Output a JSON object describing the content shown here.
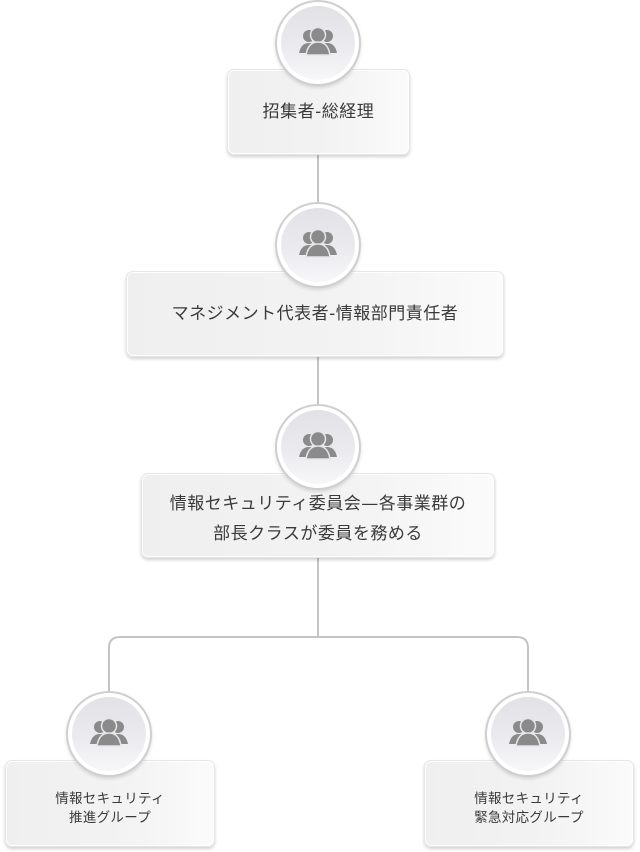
{
  "diagram": {
    "colors": {
      "line": "#c4c4c4",
      "icon": "#8a8a8a",
      "text": "#3a3a3a",
      "box_bg": "#f1f1f1"
    },
    "nodes": [
      {
        "id": "convener",
        "label": "招集者-総経理",
        "icon": "users-icon"
      },
      {
        "id": "management-rep",
        "label": "マネジメント代表者-情報部門責任者",
        "icon": "users-icon"
      },
      {
        "id": "security-committee",
        "label": "情報セキュリティ委員会—各事業群の\n部長クラスが委員を務める",
        "icon": "users-icon"
      },
      {
        "id": "promotion-group",
        "label": "情報セキュリティ\n推進グループ",
        "icon": "users-icon"
      },
      {
        "id": "emergency-group",
        "label": "情報セキュリティ\n緊急対応グループ",
        "icon": "users-icon"
      }
    ],
    "edges": [
      [
        "convener",
        "management-rep"
      ],
      [
        "management-rep",
        "security-committee"
      ],
      [
        "security-committee",
        "promotion-group"
      ],
      [
        "security-committee",
        "emergency-group"
      ]
    ]
  }
}
